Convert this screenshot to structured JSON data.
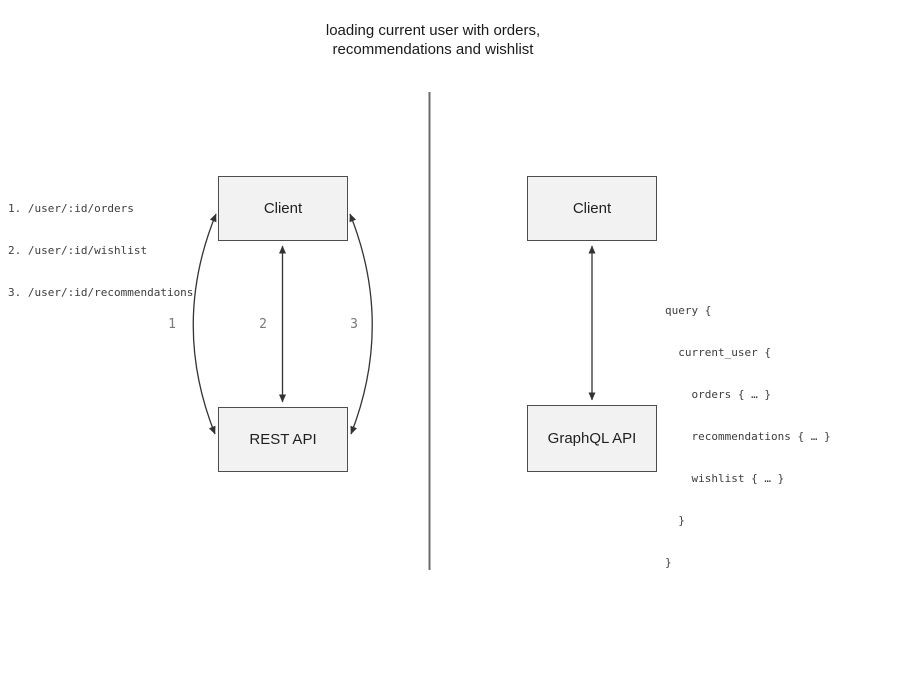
{
  "title": {
    "line1": "loading current user with orders,",
    "line2": "recommendations and wishlist"
  },
  "rest_panel": {
    "endpoints": [
      "1. /user/:id/orders",
      "2. /user/:id/wishlist",
      "3. /user/:id/recommendations"
    ],
    "client_label": "Client",
    "api_label": "REST API",
    "arrow_labels": [
      "1",
      "2",
      "3"
    ]
  },
  "graphql_panel": {
    "client_label": "Client",
    "api_label": "GraphQL API",
    "query_lines": [
      "query {",
      "  current_user {",
      "    orders { … }",
      "    recommendations { … }",
      "    wishlist { … }",
      "  }",
      "}"
    ]
  },
  "colors": {
    "box_fill": "#f2f2f2",
    "box_border": "#4d4d4d",
    "arrow_stroke": "#333333",
    "divider": "#6b6b6b",
    "code_text": "#3d3d3d",
    "arrow_label_gray": "#787878"
  }
}
